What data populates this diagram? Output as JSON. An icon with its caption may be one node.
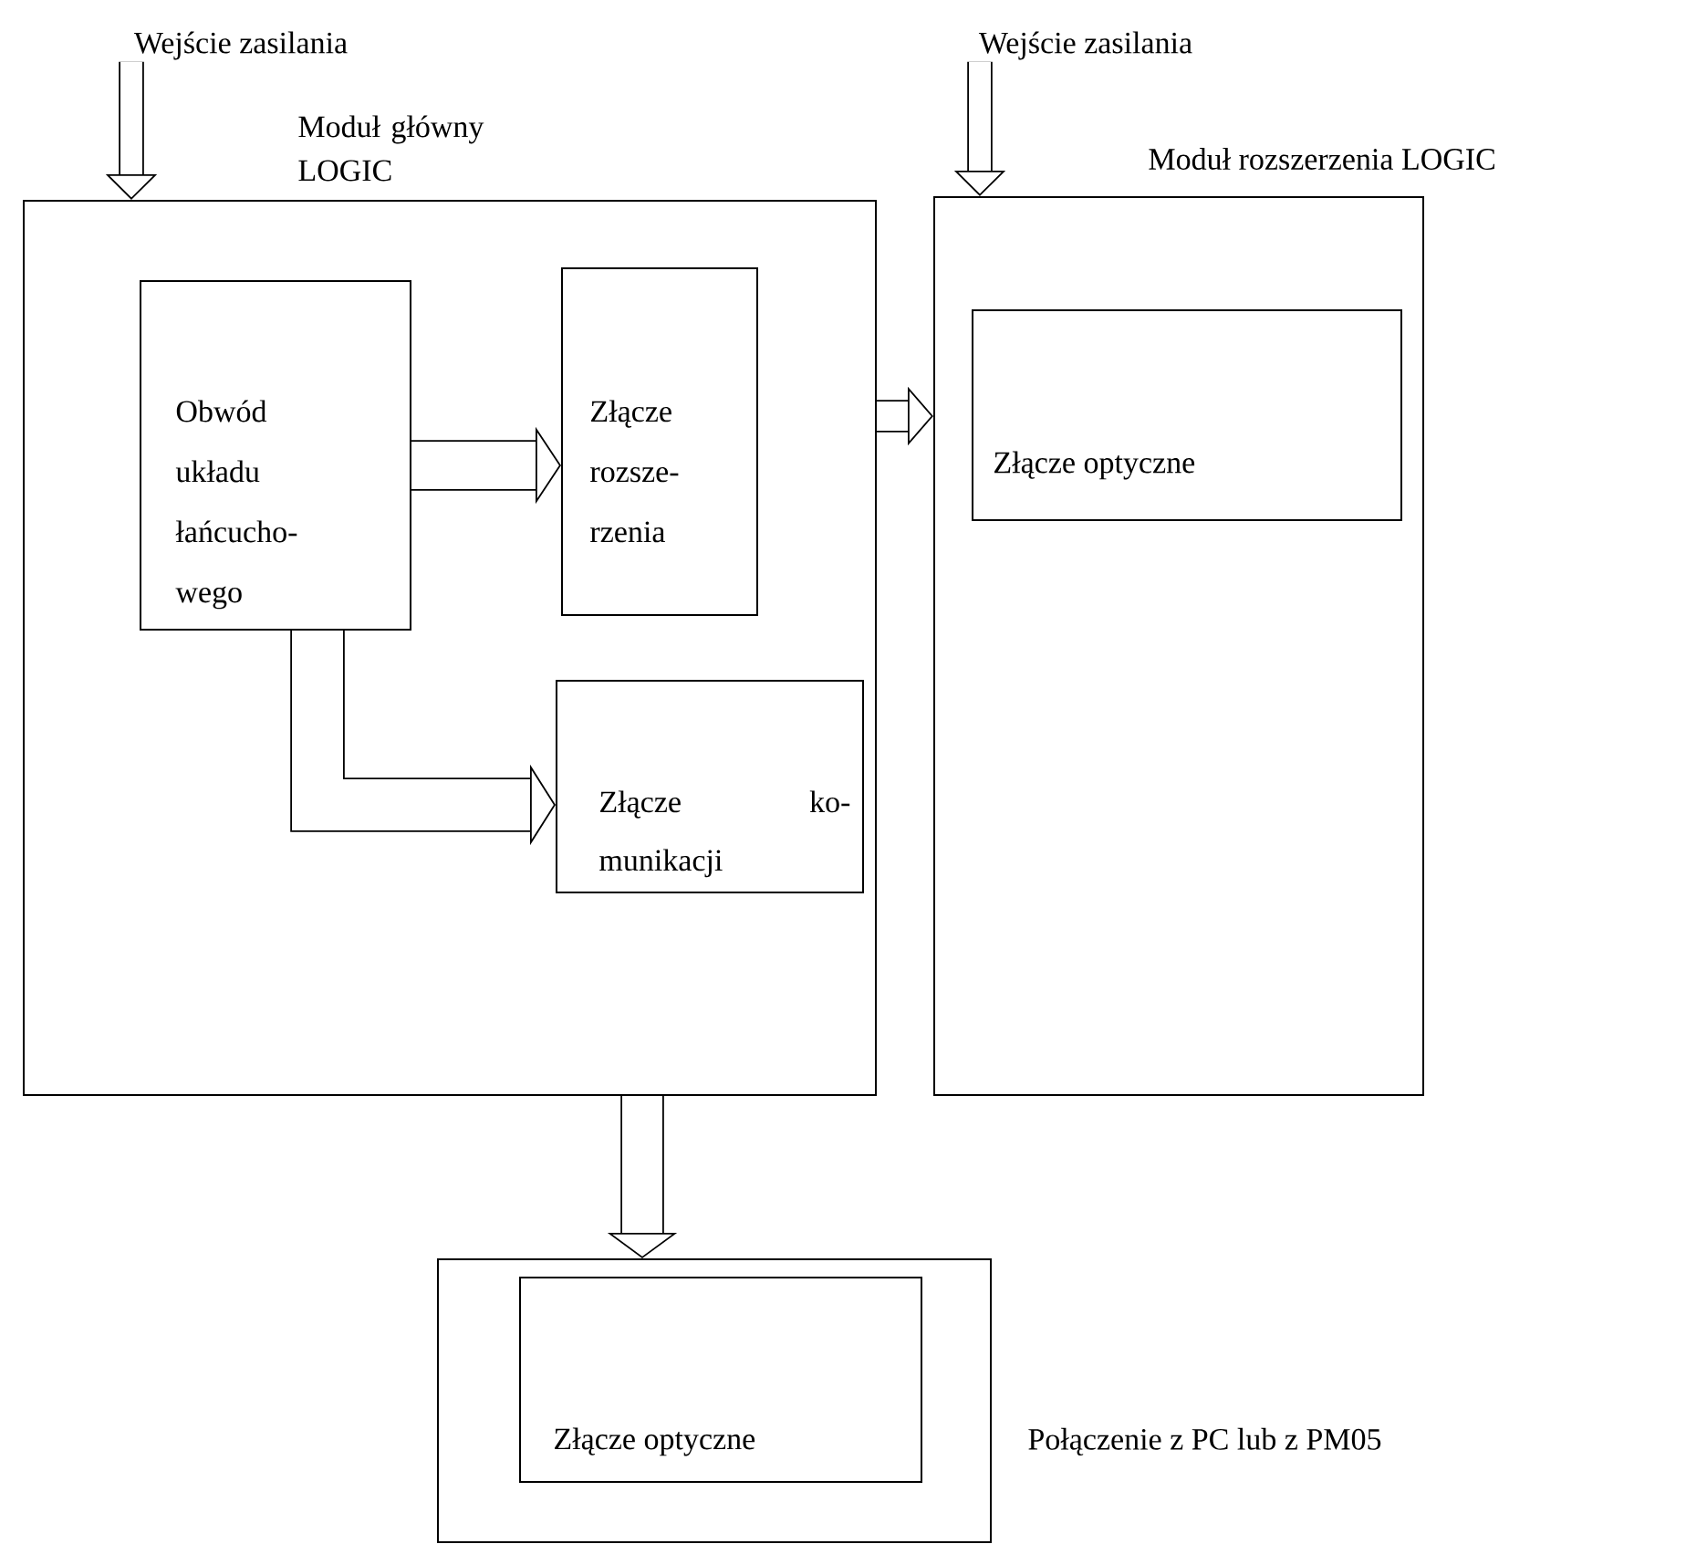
{
  "diagram": {
    "nodes": [
      {
        "text": [
          "Wejście zasilania"
        ]
      },
      {
        "text": [
          "Wejście zasilania"
        ]
      },
      {
        "text": [
          "Moduł główny LOGIC"
        ]
      },
      {
        "text": [
          "Obwód układu łańcucho- wego"
        ],
        "in": 2
      },
      {
        "text": [
          "Złącze rozsze- rzenia"
        ],
        "in": 2
      },
      {
        "text": [
          "Złącze ko- munikacji"
        ],
        "in": 2
      },
      {
        "text": [
          "Moduł rozszerzenia LOGIC"
        ]
      },
      {
        "text": [
          "Złącze optyczne"
        ],
        "in": 6
      },
      {
        "text": [],
        "shape": "box",
        "beside": [
          "Połączenie z PC lub z PM05"
        ]
      },
      {
        "text": [
          "Złącze optyczne"
        ],
        "in": 8
      }
    ],
    "edges": [
      {
        "from": 0,
        "to": 2,
        "arrow": "to"
      },
      {
        "from": 1,
        "to": 6,
        "arrow": "to"
      },
      {
        "from": 3,
        "to": 4,
        "arrow": "to"
      },
      {
        "from": 3,
        "to": 5,
        "arrow": "to"
      },
      {
        "from": 2,
        "to": 6,
        "arrow": "to"
      },
      {
        "from": 2,
        "to": 8,
        "arrow": "to"
      }
    ]
  }
}
